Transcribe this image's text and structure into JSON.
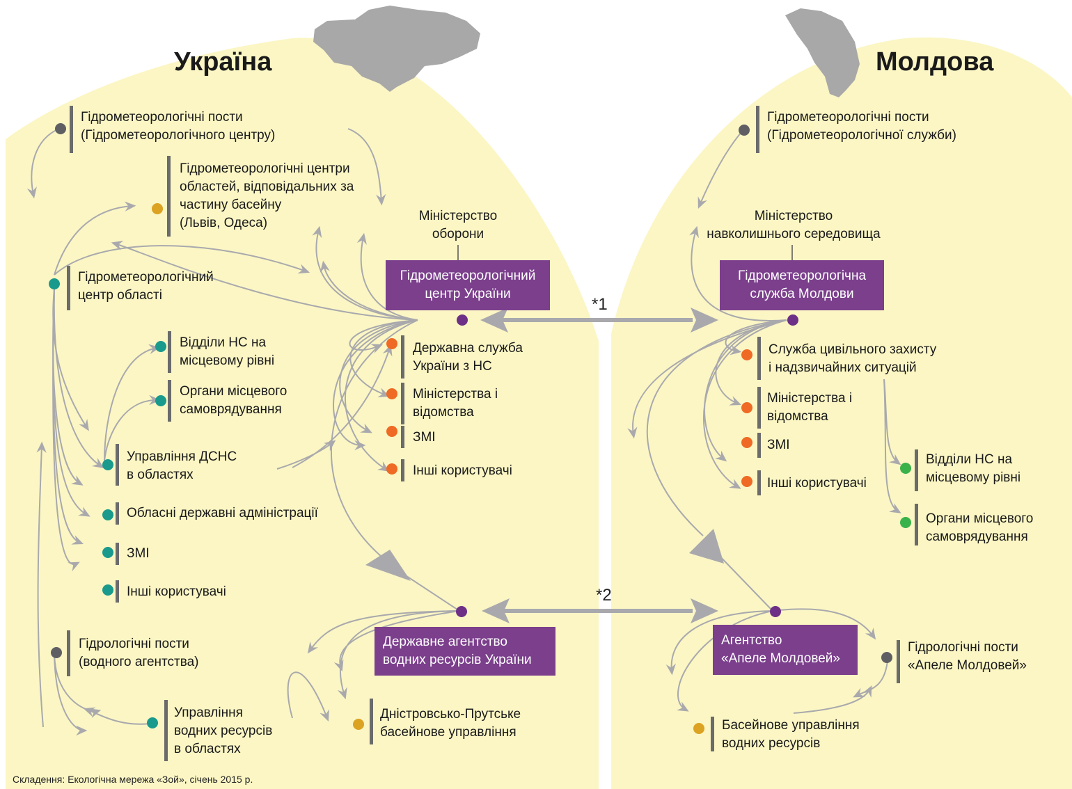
{
  "countries": {
    "ukraine": "Україна",
    "moldova": "Молдова"
  },
  "ukraine": {
    "posts": "Гідрометеорологічні пости\n(Гідрометеорологічного центру)",
    "regional_centers": "Гідрометеорологічні центри\nобластей, відповідальних за\nчастину басейну\n(Львів, Одеса)",
    "ministry": "Міністерство\nоборони",
    "main_center": "Гідрометеорологічний\nцентр України",
    "oblast_center": "Гідрометеорологічний\nцентр області",
    "state_service": "Державна служба\nУкраїни з НС",
    "ministries": "Міністерства і\nвідомства",
    "media_orange": "ЗМІ",
    "other_orange": "Інші користувачі",
    "es_departments": "Відділи НС на\nмісцевому рівні",
    "local_gov": "Органи місцевого\nсамоврядування",
    "dsns": "Управління ДСНС\nв областях",
    "oblast_admin": "Обласні державні адміністрації",
    "media_teal": "ЗМІ",
    "other_teal": "Інші користувачі",
    "hydro_posts": "Гідрологічні пости\n(водного агентства)",
    "water_agency": "Державне агентство\nводних ресурсів України",
    "water_mgmt": "Управління\nводних ресурсів\nв областях",
    "basin_mgmt": "Дністровсько-Прутське\nбасейнове управління"
  },
  "moldova": {
    "posts": "Гідрометеорологічні пости\n(Гідрометеорологічної служби)",
    "ministry": "Міністерство\nнавколишнього середовища",
    "main_service": "Гідрометеорологічна\nслужба Молдови",
    "civil_protection": "Служба цивільного захисту\nі надзвичайних ситуацій",
    "ministries": "Міністерства і\nвідомства",
    "media": "ЗМІ",
    "other": "Інші користувачі",
    "es_departments": "Відділи НС на\nмісцевому рівні",
    "local_gov": "Органи місцевого\nсамоврядування",
    "agency": "Агентство\n«Апеле Молдовей»",
    "hydro_posts": "Гідрологічні пости\n«Апеле Молдовей»",
    "basin_mgmt": "Басейнове управління\nводних ресурсів"
  },
  "links": {
    "star1": "*1",
    "star2": "*2"
  },
  "source": "Складення: Екологічна мережа «Зой», січень 2015 р.",
  "colors": {
    "background_region": "#fbf6c4",
    "box": "#7b3f8c",
    "dot_gray": "#5f5f63",
    "dot_teal": "#1a9a8c",
    "dot_orange": "#ef6a24",
    "dot_gold": "#dca222",
    "dot_green": "#39b24a",
    "dot_purple": "#6e2f86",
    "arrow": "#a9a9ad",
    "map_shape": "#a8a8a8"
  }
}
